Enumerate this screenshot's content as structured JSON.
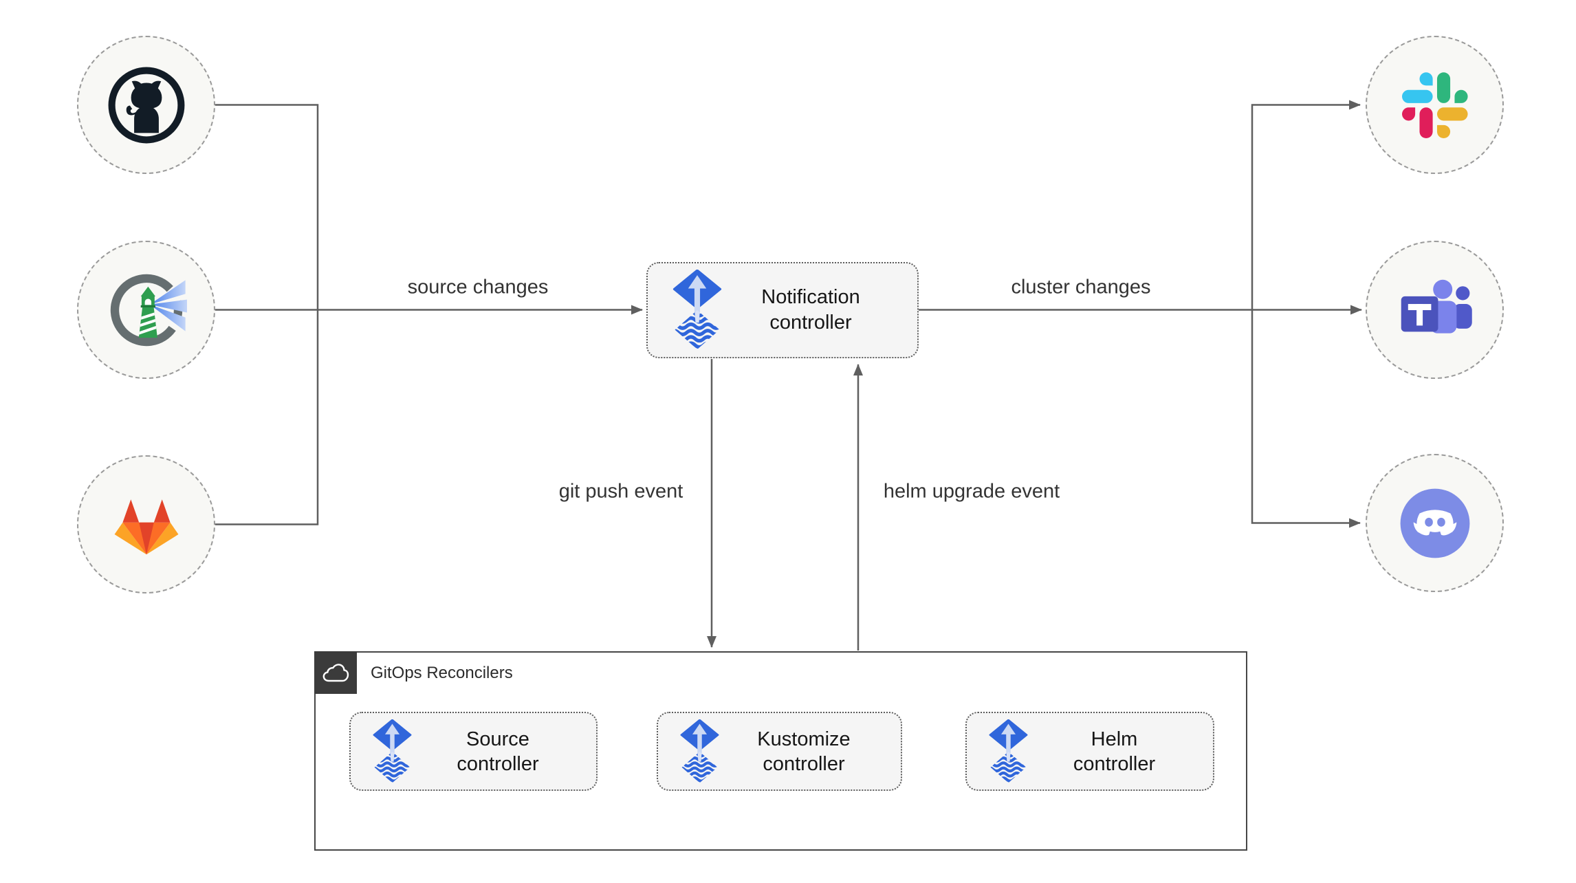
{
  "edges": {
    "source_changes_label": "source changes",
    "cluster_changes_label": "cluster changes",
    "git_push_label": "git push event",
    "helm_upgrade_label": "helm upgrade event"
  },
  "notification_node": {
    "line1": "Notification",
    "line2": "controller",
    "icon": "flux-icon"
  },
  "gitops_group": {
    "title": "GitOps Reconcilers",
    "icon": "cloud-icon",
    "controllers": [
      {
        "line1": "Source",
        "line2": "controller",
        "icon": "flux-icon"
      },
      {
        "line1": "Kustomize",
        "line2": "controller",
        "icon": "flux-icon"
      },
      {
        "line1": "Helm",
        "line2": "controller",
        "icon": "flux-icon"
      }
    ]
  },
  "icons": {
    "sources": [
      "github-icon",
      "harbor-icon",
      "gitlab-icon"
    ],
    "targets": [
      "slack-icon",
      "teams-icon",
      "discord-icon"
    ]
  },
  "colors": {
    "flux_blue": "#3066db",
    "flux_arrow_light": "#ccd9f4",
    "line_gray": "#5f5f5f",
    "node_fill": "#f5f5f5",
    "circle_fill": "#f8f8f5",
    "group_border": "#474747",
    "badge_dark": "#3b3b3b",
    "github_dark": "#121c26",
    "harbor_gray": "#656e70",
    "harbor_green": "#2f9e4f",
    "harbor_beam_blue": "#4a80ea",
    "gitlab_red": "#e24329",
    "gitlab_orange": "#fc6d26",
    "gitlab_yellow": "#fca326",
    "slack_blue": "#36c5f0",
    "slack_green": "#2eb67d",
    "slack_yellow": "#ecb22e",
    "slack_red": "#e01e5a",
    "teams_tile": "#4b53bc",
    "teams_light": "#7b83eb",
    "teams_mid": "#5059c9",
    "discord_blurple": "#7d8ce6"
  }
}
